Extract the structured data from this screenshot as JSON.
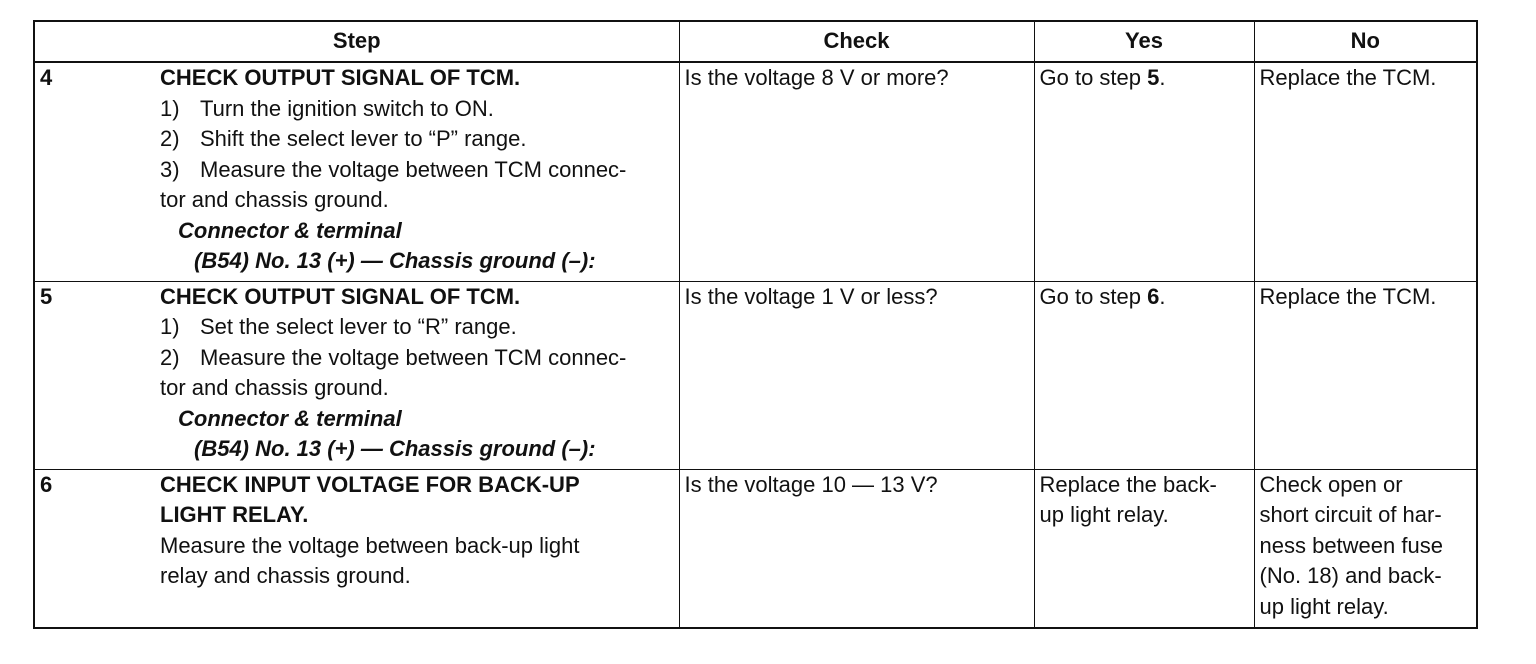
{
  "table": {
    "headers": [
      "Step",
      "Check",
      "Yes",
      "No"
    ],
    "rows": [
      {
        "number": "4",
        "title": "CHECK OUTPUT SIGNAL OF TCM.",
        "lines": [
          {
            "idx": "1)",
            "text": "Turn the ignition switch to ON."
          },
          {
            "idx": "2)",
            "text": "Shift the select lever to “P” range."
          },
          {
            "idx": "3)",
            "text": "Measure the voltage between TCM connec-"
          },
          {
            "idx": "",
            "text": "tor and chassis ground."
          }
        ],
        "connector_label": "Connector & terminal",
        "connector_value": "(B54) No. 13 (+) — Chassis ground (–):",
        "check": "Is the voltage 8 V or more?",
        "yes_prefix": "Go to step ",
        "yes_step": "5",
        "yes_suffix": ".",
        "no_lines": [
          "Replace the TCM."
        ]
      },
      {
        "number": "5",
        "title": "CHECK OUTPUT SIGNAL OF TCM.",
        "lines": [
          {
            "idx": "1)",
            "text": "Set the select lever to “R” range."
          },
          {
            "idx": "2)",
            "text": "Measure the voltage between TCM connec-"
          },
          {
            "idx": "",
            "text": "tor and chassis ground."
          }
        ],
        "connector_label": "Connector & terminal",
        "connector_value": "(B54) No. 13 (+) — Chassis ground (–):",
        "check": "Is the voltage 1 V or less?",
        "yes_prefix": "Go to step ",
        "yes_step": "6",
        "yes_suffix": ".",
        "no_lines": [
          "Replace the TCM."
        ]
      },
      {
        "number": "6",
        "title_lines": [
          "CHECK INPUT VOLTAGE FOR BACK-UP",
          "LIGHT RELAY."
        ],
        "plain_lines": [
          "Measure the voltage between back-up light",
          "relay and chassis ground."
        ],
        "check": "Is the voltage 10 — 13 V?",
        "yes_lines": [
          "Replace the back-",
          "up light relay."
        ],
        "no_lines": [
          "Check open or",
          "short circuit of har-",
          "ness between fuse",
          "(No. 18) and back-",
          "up light relay."
        ]
      }
    ]
  }
}
